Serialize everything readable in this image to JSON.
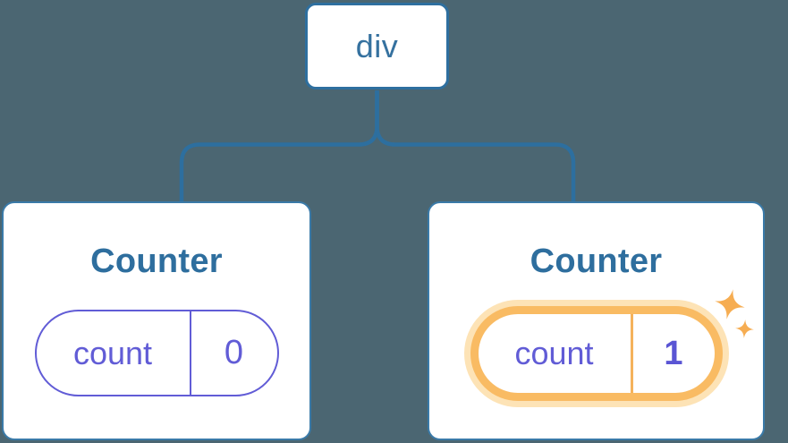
{
  "colors": {
    "background": "#4b6672",
    "node_line_blue": "#2e6f9f",
    "node_text_blue": "#35719f",
    "title_blue": "#2e6e9e",
    "state_purple": "#615cd6",
    "highlight_orange": "#f9bb63",
    "highlight_halo": "#fde3b6",
    "sparkle_orange": "#f6ad52",
    "card_background": "#ffffff"
  },
  "tree": {
    "root": {
      "label": "div"
    },
    "children": [
      {
        "title": "Counter",
        "state": {
          "key": "count",
          "value": "0"
        },
        "highlighted": false
      },
      {
        "title": "Counter",
        "state": {
          "key": "count",
          "value": "1"
        },
        "highlighted": true
      }
    ]
  }
}
